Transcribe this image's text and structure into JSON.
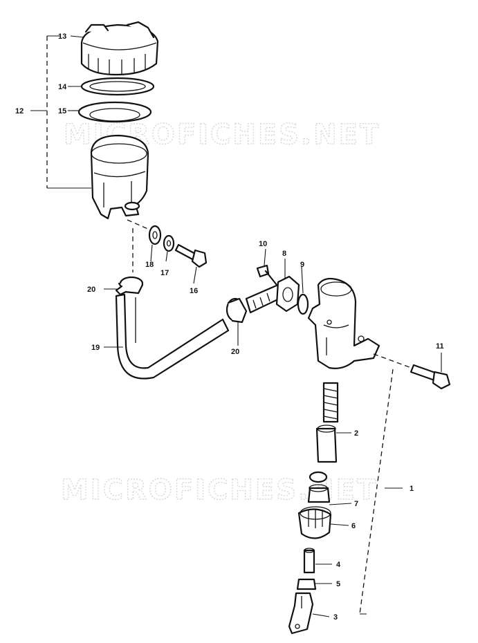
{
  "watermarks": [
    "MICROFICHES.NET",
    "MICROFICHES.NET"
  ],
  "callouts": {
    "c1": "1",
    "c2": "2",
    "c3": "3",
    "c4": "4",
    "c5": "5",
    "c6": "6",
    "c7": "7",
    "c8": "8",
    "c9": "9",
    "c10": "10",
    "c11": "11",
    "c12": "12",
    "c13": "13",
    "c14": "14",
    "c15": "15",
    "c16": "16",
    "c17": "17",
    "c18": "18",
    "c19": "19",
    "c20a": "20",
    "c20b": "20"
  }
}
